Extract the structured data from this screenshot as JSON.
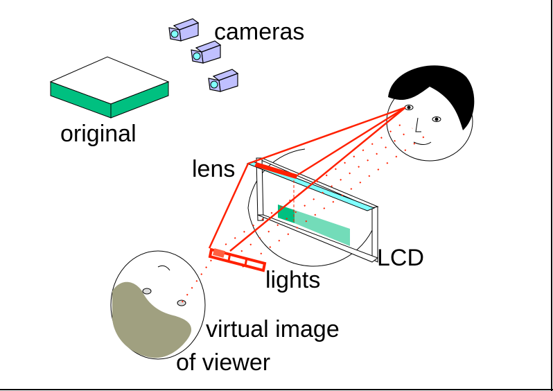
{
  "labels": {
    "cameras": "cameras",
    "original": "original",
    "lens": "lens",
    "lcd": "LCD",
    "lights": "lights",
    "virtual_image": "virtual image",
    "of_viewer": "of viewer"
  },
  "colors": {
    "green": "#00c080",
    "cyan": "#80ffff",
    "camera": "#c0c0ff",
    "red": "#ff2000",
    "viewer_skin": "#a0a080"
  }
}
